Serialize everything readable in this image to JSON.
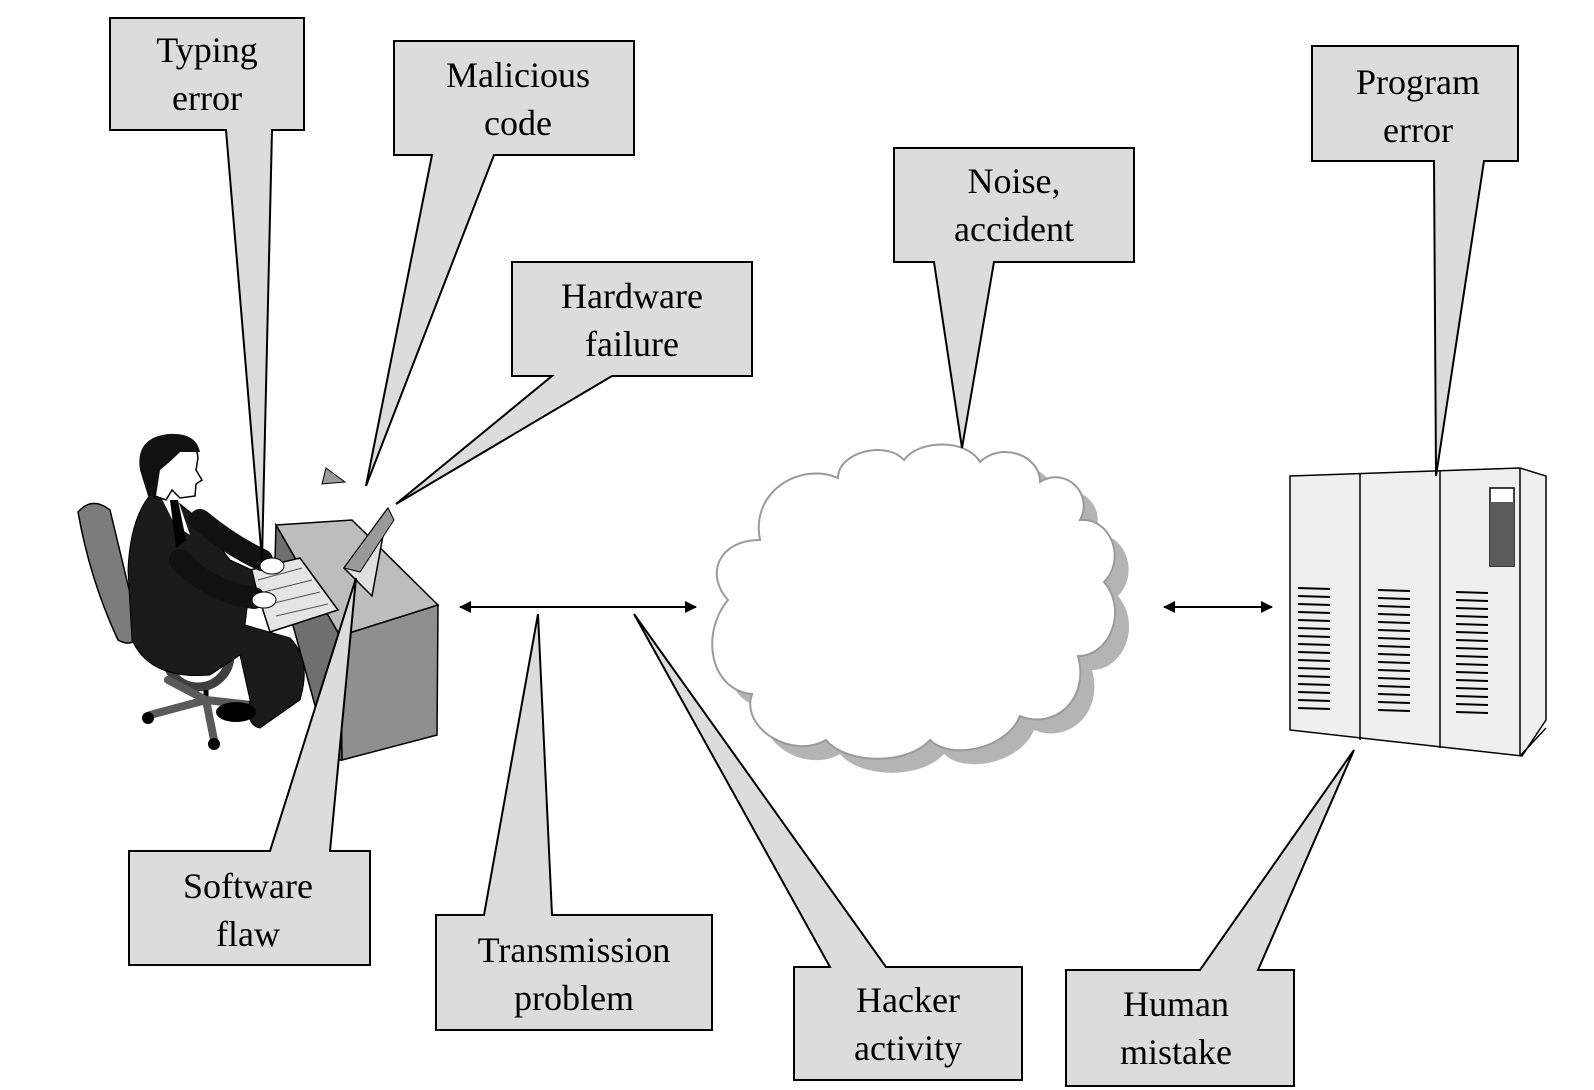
{
  "colors": {
    "callout_fill": "#dcdcdc",
    "callout_stroke": "#000000",
    "cloud_fill": "#ffffff",
    "cloud_shadow": "#b4b4b4",
    "desk": "#8f8f8f",
    "server": "#efefef"
  },
  "callouts": {
    "typing_error": {
      "line1": "Typing",
      "line2": "error"
    },
    "malicious_code": {
      "line1": "Malicious",
      "line2": "code"
    },
    "hardware_failure": {
      "line1": "Hardware",
      "line2": "failure"
    },
    "noise_accident": {
      "line1": "Noise,",
      "line2": "accident"
    },
    "program_error": {
      "line1": "Program",
      "line2": "error"
    },
    "software_flaw": {
      "line1": "Software",
      "line2": "flaw"
    },
    "transmission_problem": {
      "line1": "Transmission",
      "line2": "problem"
    },
    "hacker_activity": {
      "line1": "Hacker",
      "line2": "activity"
    },
    "human_mistake": {
      "line1": "Human",
      "line2": "mistake"
    }
  },
  "icons": {
    "user": "person-at-computer-icon",
    "network": "cloud-icon",
    "host": "server-rack-icon",
    "links": "double-arrow-icon"
  }
}
